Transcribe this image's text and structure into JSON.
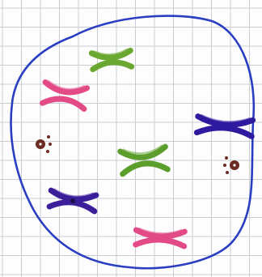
{
  "drawing": {
    "background": "#fdfdfd",
    "grid_color": "#c9cdd3",
    "cell_outline_color": "#2a3ec2",
    "chromosome_pairs": [
      {
        "color": "#6aa832",
        "location": "top"
      },
      {
        "color": "#e24b86",
        "location": "upper-left"
      },
      {
        "color": "#2e1a9e",
        "location": "right"
      },
      {
        "color": "#5c9e2c",
        "location": "center"
      },
      {
        "color": "#3b1e9a",
        "location": "lower-left"
      },
      {
        "color": "#e24b86",
        "location": "bottom"
      }
    ],
    "centrosomes": [
      {
        "color": "#6b2a22",
        "location": "left"
      },
      {
        "color": "#6b2a22",
        "location": "right"
      }
    ]
  }
}
